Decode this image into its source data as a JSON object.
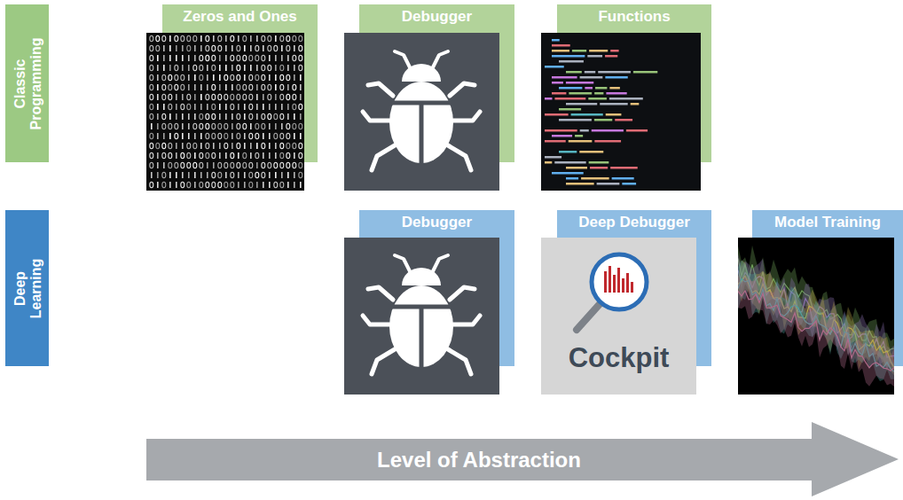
{
  "diagram": {
    "nodes": [
      {
        "text": [
          "Classic Programming"
        ]
      },
      {
        "text": [
          "Zeros and Ones"
        ]
      },
      {
        "text": [
          "Debugger"
        ]
      },
      {
        "text": [
          "Functions"
        ]
      },
      {
        "text": [
          "Deep Learning"
        ]
      },
      {
        "text": [
          "Debugger"
        ]
      },
      {
        "text": [
          "Deep Debugger",
          "Cockpit"
        ]
      },
      {
        "text": [
          "Model Training"
        ]
      },
      {
        "text": [
          "Level of Abstraction"
        ]
      }
    ]
  }
}
